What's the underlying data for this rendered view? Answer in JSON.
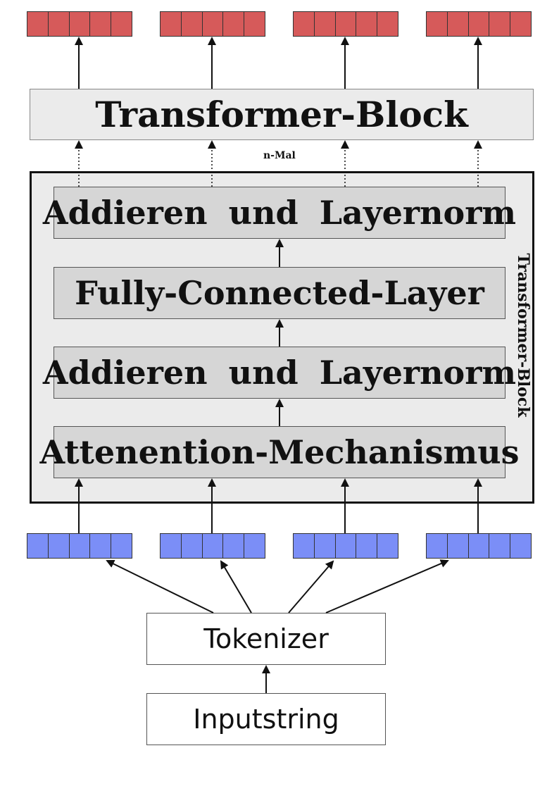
{
  "top_block": {
    "label": "Transformer-Block"
  },
  "repeat_label": "n-Mal",
  "outer_block": {
    "side_label": "Transformer-Block",
    "layers": [
      "Addieren und Layernorm",
      "Fully-Connected-Layer",
      "Addieren und Layernorm",
      "Attenention-Mechanismus"
    ]
  },
  "tokenizer": {
    "label": "Tokenizer"
  },
  "input": {
    "label": "Inputstring"
  },
  "colors": {
    "output_vector": "#d65a5a",
    "input_vector": "#7b8ef7",
    "block_bg": "#ebebeb",
    "layer_bg": "#d6d6d6"
  },
  "vectors": {
    "output_count": 4,
    "input_count": 4,
    "cells_per_vector": 5
  }
}
